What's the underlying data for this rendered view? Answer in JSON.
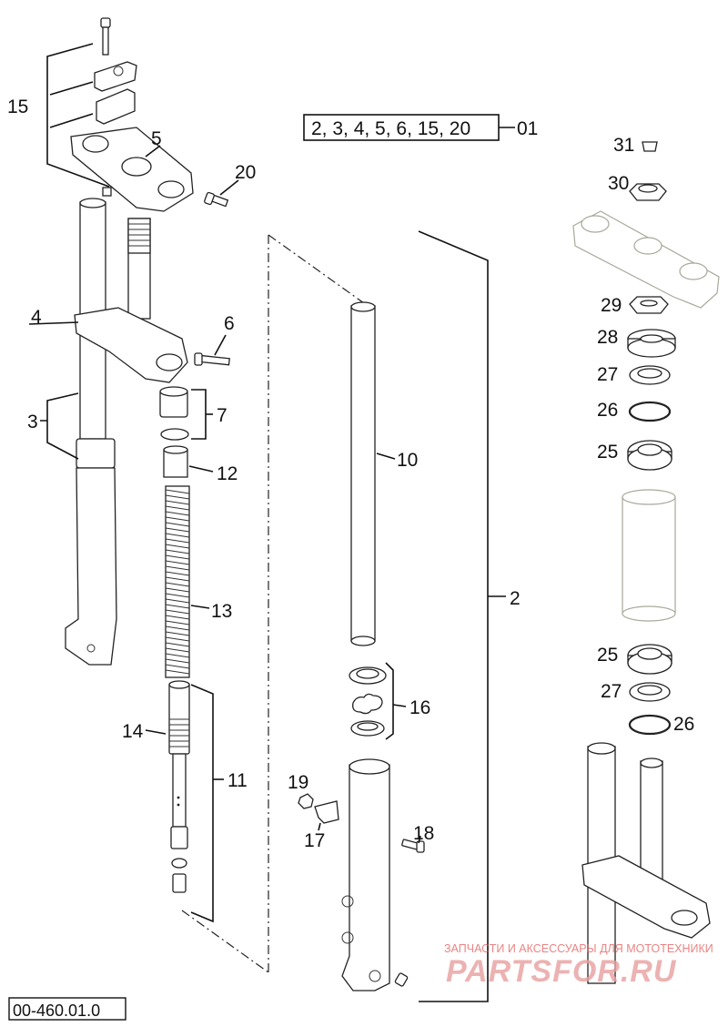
{
  "set_box": {
    "items": "2, 3, 4, 5, 6, 15, 20",
    "ref": "01"
  },
  "diagram_code": "00-460.01.0",
  "watermark": {
    "line1": "ЗАПЧАСТИ И АКСЕССУАРЫ ДЛЯ МОТОТЕХНИКИ",
    "line2": "PARTSFOR.RU"
  },
  "labels": {
    "n2": "2",
    "n3": "3",
    "n4": "4",
    "n5": "5",
    "n6": "6",
    "n7": "7",
    "n10": "10",
    "n11": "11",
    "n12": "12",
    "n13": "13",
    "n14": "14",
    "n15": "15",
    "n16": "16",
    "n17": "17",
    "n18": "18",
    "n19": "19",
    "n20": "20",
    "n25a": "25",
    "n25b": "25",
    "n26a": "26",
    "n26b": "26",
    "n27a": "27",
    "n27b": "27",
    "n28": "28",
    "n29": "29",
    "n30": "30",
    "n31": "31"
  }
}
